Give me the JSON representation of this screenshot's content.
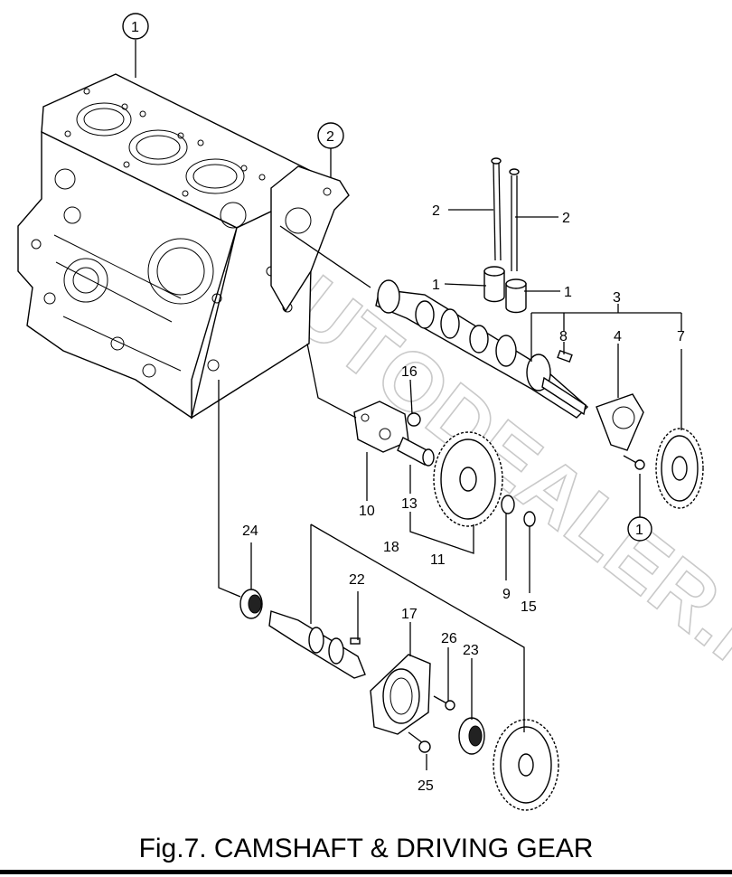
{
  "figure": {
    "caption": "Fig.7.  CAMSHAFT & DRIVING GEAR",
    "watermark": "FORTAUTODEALER.RU"
  },
  "callouts": {
    "circled": [
      "1",
      "2",
      "1"
    ],
    "numbers": [
      "2",
      "2",
      "1",
      "1",
      "3",
      "8",
      "4",
      "7",
      "16",
      "10",
      "13",
      "11",
      "9",
      "15",
      "24",
      "22",
      "18",
      "17",
      "26",
      "23",
      "25"
    ]
  }
}
